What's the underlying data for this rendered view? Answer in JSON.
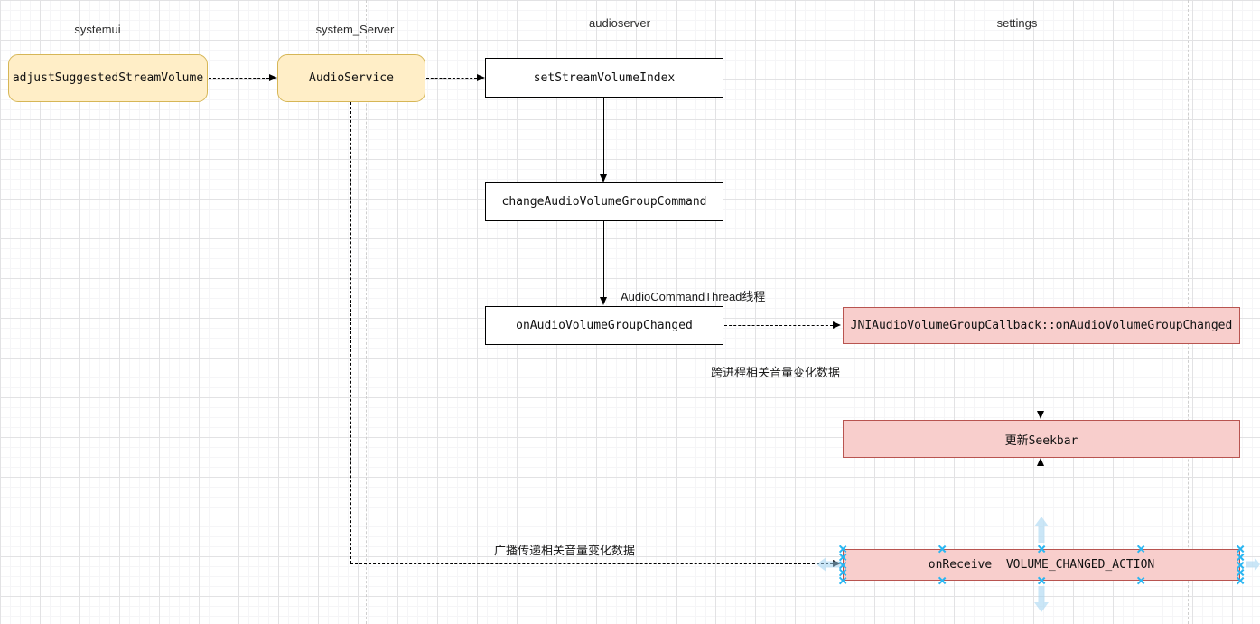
{
  "diagram": {
    "columns": [
      {
        "label": "systemui"
      },
      {
        "label": "system_Server"
      },
      {
        "label": "audioserver"
      },
      {
        "label": "settings"
      }
    ],
    "nodes": {
      "adjust_suggested_stream_volume": {
        "label": "adjustSuggestedStreamVolume"
      },
      "audio_service": {
        "label": "AudioService"
      },
      "set_stream_volume_index": {
        "label": "setStreamVolumeIndex"
      },
      "change_audio_volume_group_command": {
        "label": "changeAudioVolumeGroupCommand"
      },
      "on_audio_volume_group_changed": {
        "label": "onAudioVolumeGroupChanged"
      },
      "jni_callback": {
        "label": "JNIAudioVolumeGroupCallback::onAudioVolumeGroupChanged"
      },
      "update_seekbar": {
        "label": "更新Seekbar"
      },
      "on_receive": {
        "label": "onReceive  VOLUME_CHANGED_ACTION"
      }
    },
    "edge_labels": {
      "audio_command_thread": "AudioCommandThread线程",
      "cross_process_volume_data": "跨进程相关音量变化数据",
      "broadcast_volume_data": "广播传递相关音量变化数据"
    },
    "colors": {
      "yellow_fill": "#ffeec7",
      "yellow_border": "#d6b656",
      "white_fill": "#ffffff",
      "white_border": "#000000",
      "pink_fill": "#f8cecc",
      "pink_border": "#b85450",
      "selection_handle": "#29b6f2",
      "page_divider": "#cfcfcf"
    }
  }
}
